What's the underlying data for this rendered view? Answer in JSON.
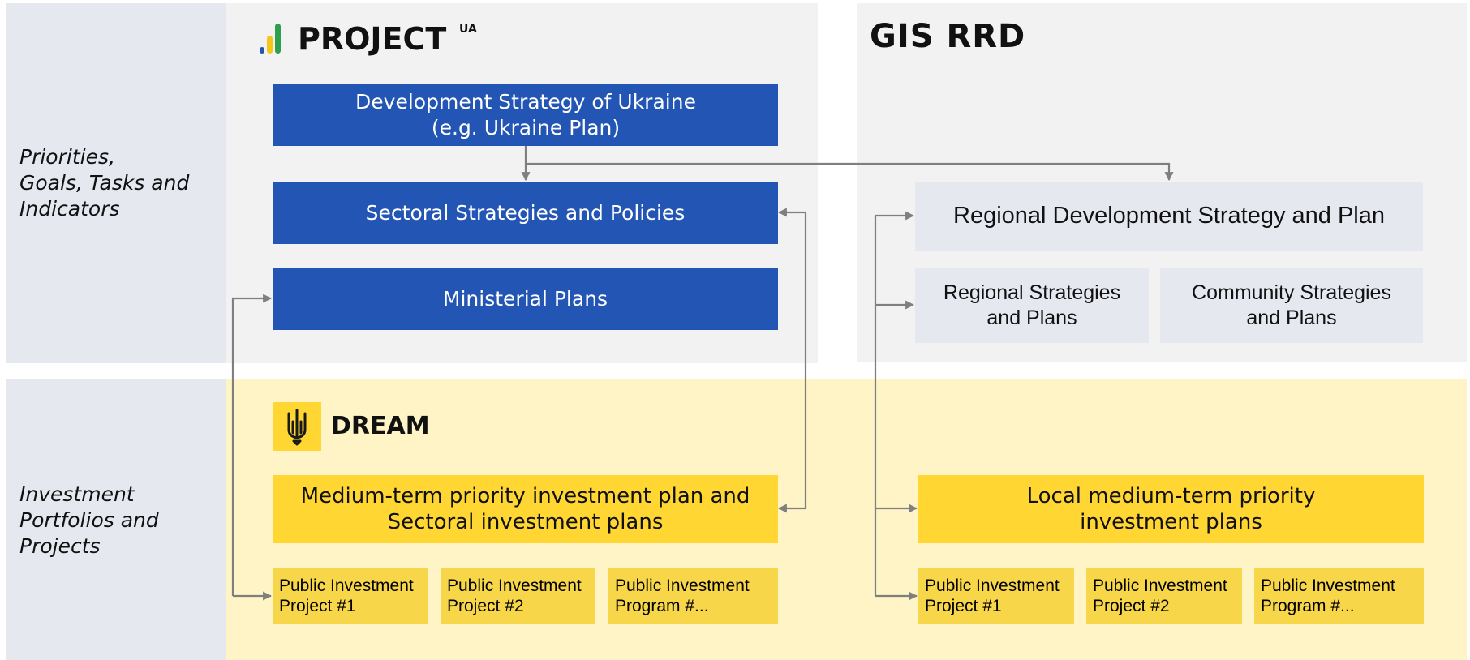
{
  "row_labels": {
    "priorities": "Priorities,\nGoals, Tasks and\nIndicators",
    "investment": "Investment\nPortfolios and\nProjects"
  },
  "project_ua": {
    "logo_text": "PROJECT",
    "logo_superscript": "UA",
    "boxes": {
      "development_strategy": "Development Strategy of Ukraine\n(e.g. Ukraine Plan)",
      "sectoral_strategies": "Sectoral Strategies and Policies",
      "ministerial_plans": "Ministerial Plans"
    }
  },
  "gis_rrd": {
    "title": "GIS RRD",
    "boxes": {
      "regional_development": "Regional Development Strategy and Plan",
      "regional_strategies": "Regional Strategies\nand Plans",
      "community_strategies": "Community Strategies\nand Plans"
    }
  },
  "dream": {
    "logo_text": "DREAM",
    "boxes": {
      "medium_term": "Medium-term priority investment plan and\nSectoral investment plans",
      "local_medium_term": "Local medium-term priority\ninvestment plans"
    },
    "left_projects": [
      "Public Investment\nProject #1",
      "Public Investment\nProject #2",
      "Public Investment\nProgram #..."
    ],
    "right_projects": [
      "Public Investment\nProject #1",
      "Public Investment\nProject #2",
      "Public Investment\nProgram #..."
    ]
  },
  "colors": {
    "blue": "#2355b4",
    "yellow": "#ffd632",
    "light_yellow": "#fff4c5",
    "grey_panel": "#f2f2f2",
    "label_panel": "#e6e8f0",
    "arrow": "#7f7f7f"
  }
}
